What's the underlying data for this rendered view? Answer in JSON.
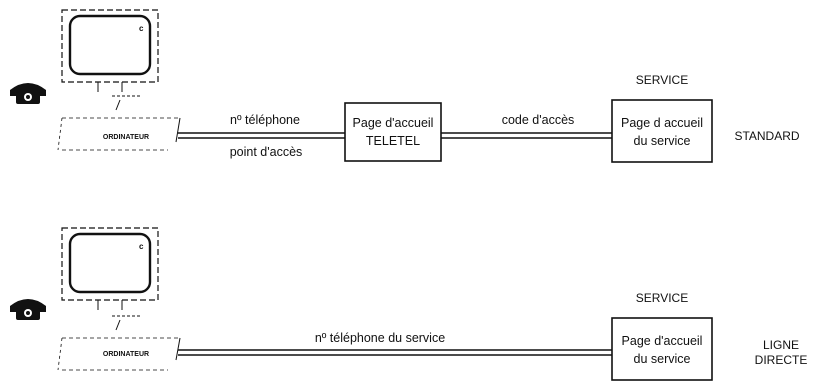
{
  "colors": {
    "ink": "#111111",
    "background": "#ffffff"
  },
  "terminal": {
    "label": "ORDINATEUR",
    "screen_mark": "c",
    "icons": [
      "monitor-icon",
      "telephone-icon",
      "keyboard-icon"
    ]
  },
  "standard": {
    "line_top_label": "nº téléphone",
    "line_bottom_label": "point d'accès",
    "teletel_box": {
      "line1": "Page d'accueil",
      "line2": "TELETEL"
    },
    "access_label": "code d'accès",
    "service_heading": "SERVICE",
    "service_box": {
      "line1": "Page d accueil",
      "line2": "du service"
    },
    "mode_label": "STANDARD"
  },
  "direct": {
    "line_label": "nº téléphone du service",
    "service_heading": "SERVICE",
    "service_box": {
      "line1": "Page d'accueil",
      "line2": "du service"
    },
    "mode_label_line1": "LIGNE",
    "mode_label_line2": "DIRECTE"
  }
}
